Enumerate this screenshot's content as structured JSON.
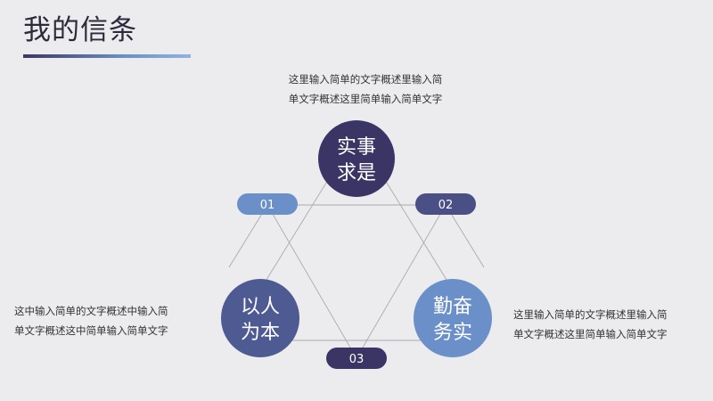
{
  "title": "我的信条",
  "colors": {
    "title_bar_start": "#3b3766",
    "title_bar_end": "#8fb3e3",
    "circle_dark": "#3b3566",
    "circle_mid": "#4e5a92",
    "circle_light": "#6a8fc9",
    "pill_01": "#6a8fc9",
    "pill_02": "#4a4f86",
    "pill_03": "#3b3566"
  },
  "circles": {
    "top": {
      "line1": "实事",
      "line2": "求是"
    },
    "left": {
      "line1": "以人",
      "line2": "为本"
    },
    "right": {
      "line1": "勤奋",
      "line2": "务实"
    }
  },
  "pills": {
    "p01": "01",
    "p02": "02",
    "p03": "03"
  },
  "descriptions": {
    "top": {
      "line1": "这里输入简单的文字概述里输入简",
      "line2": "单文字概述这里简单输入简单文字"
    },
    "left": {
      "line1": "这中输入简单的文字概述中输入简",
      "line2": "单文字概述这中简单输入简单文字"
    },
    "right": {
      "line1": "这里输入简单的文字概述里输入简",
      "line2": "单文字概述这里简单输入简单文字"
    }
  }
}
